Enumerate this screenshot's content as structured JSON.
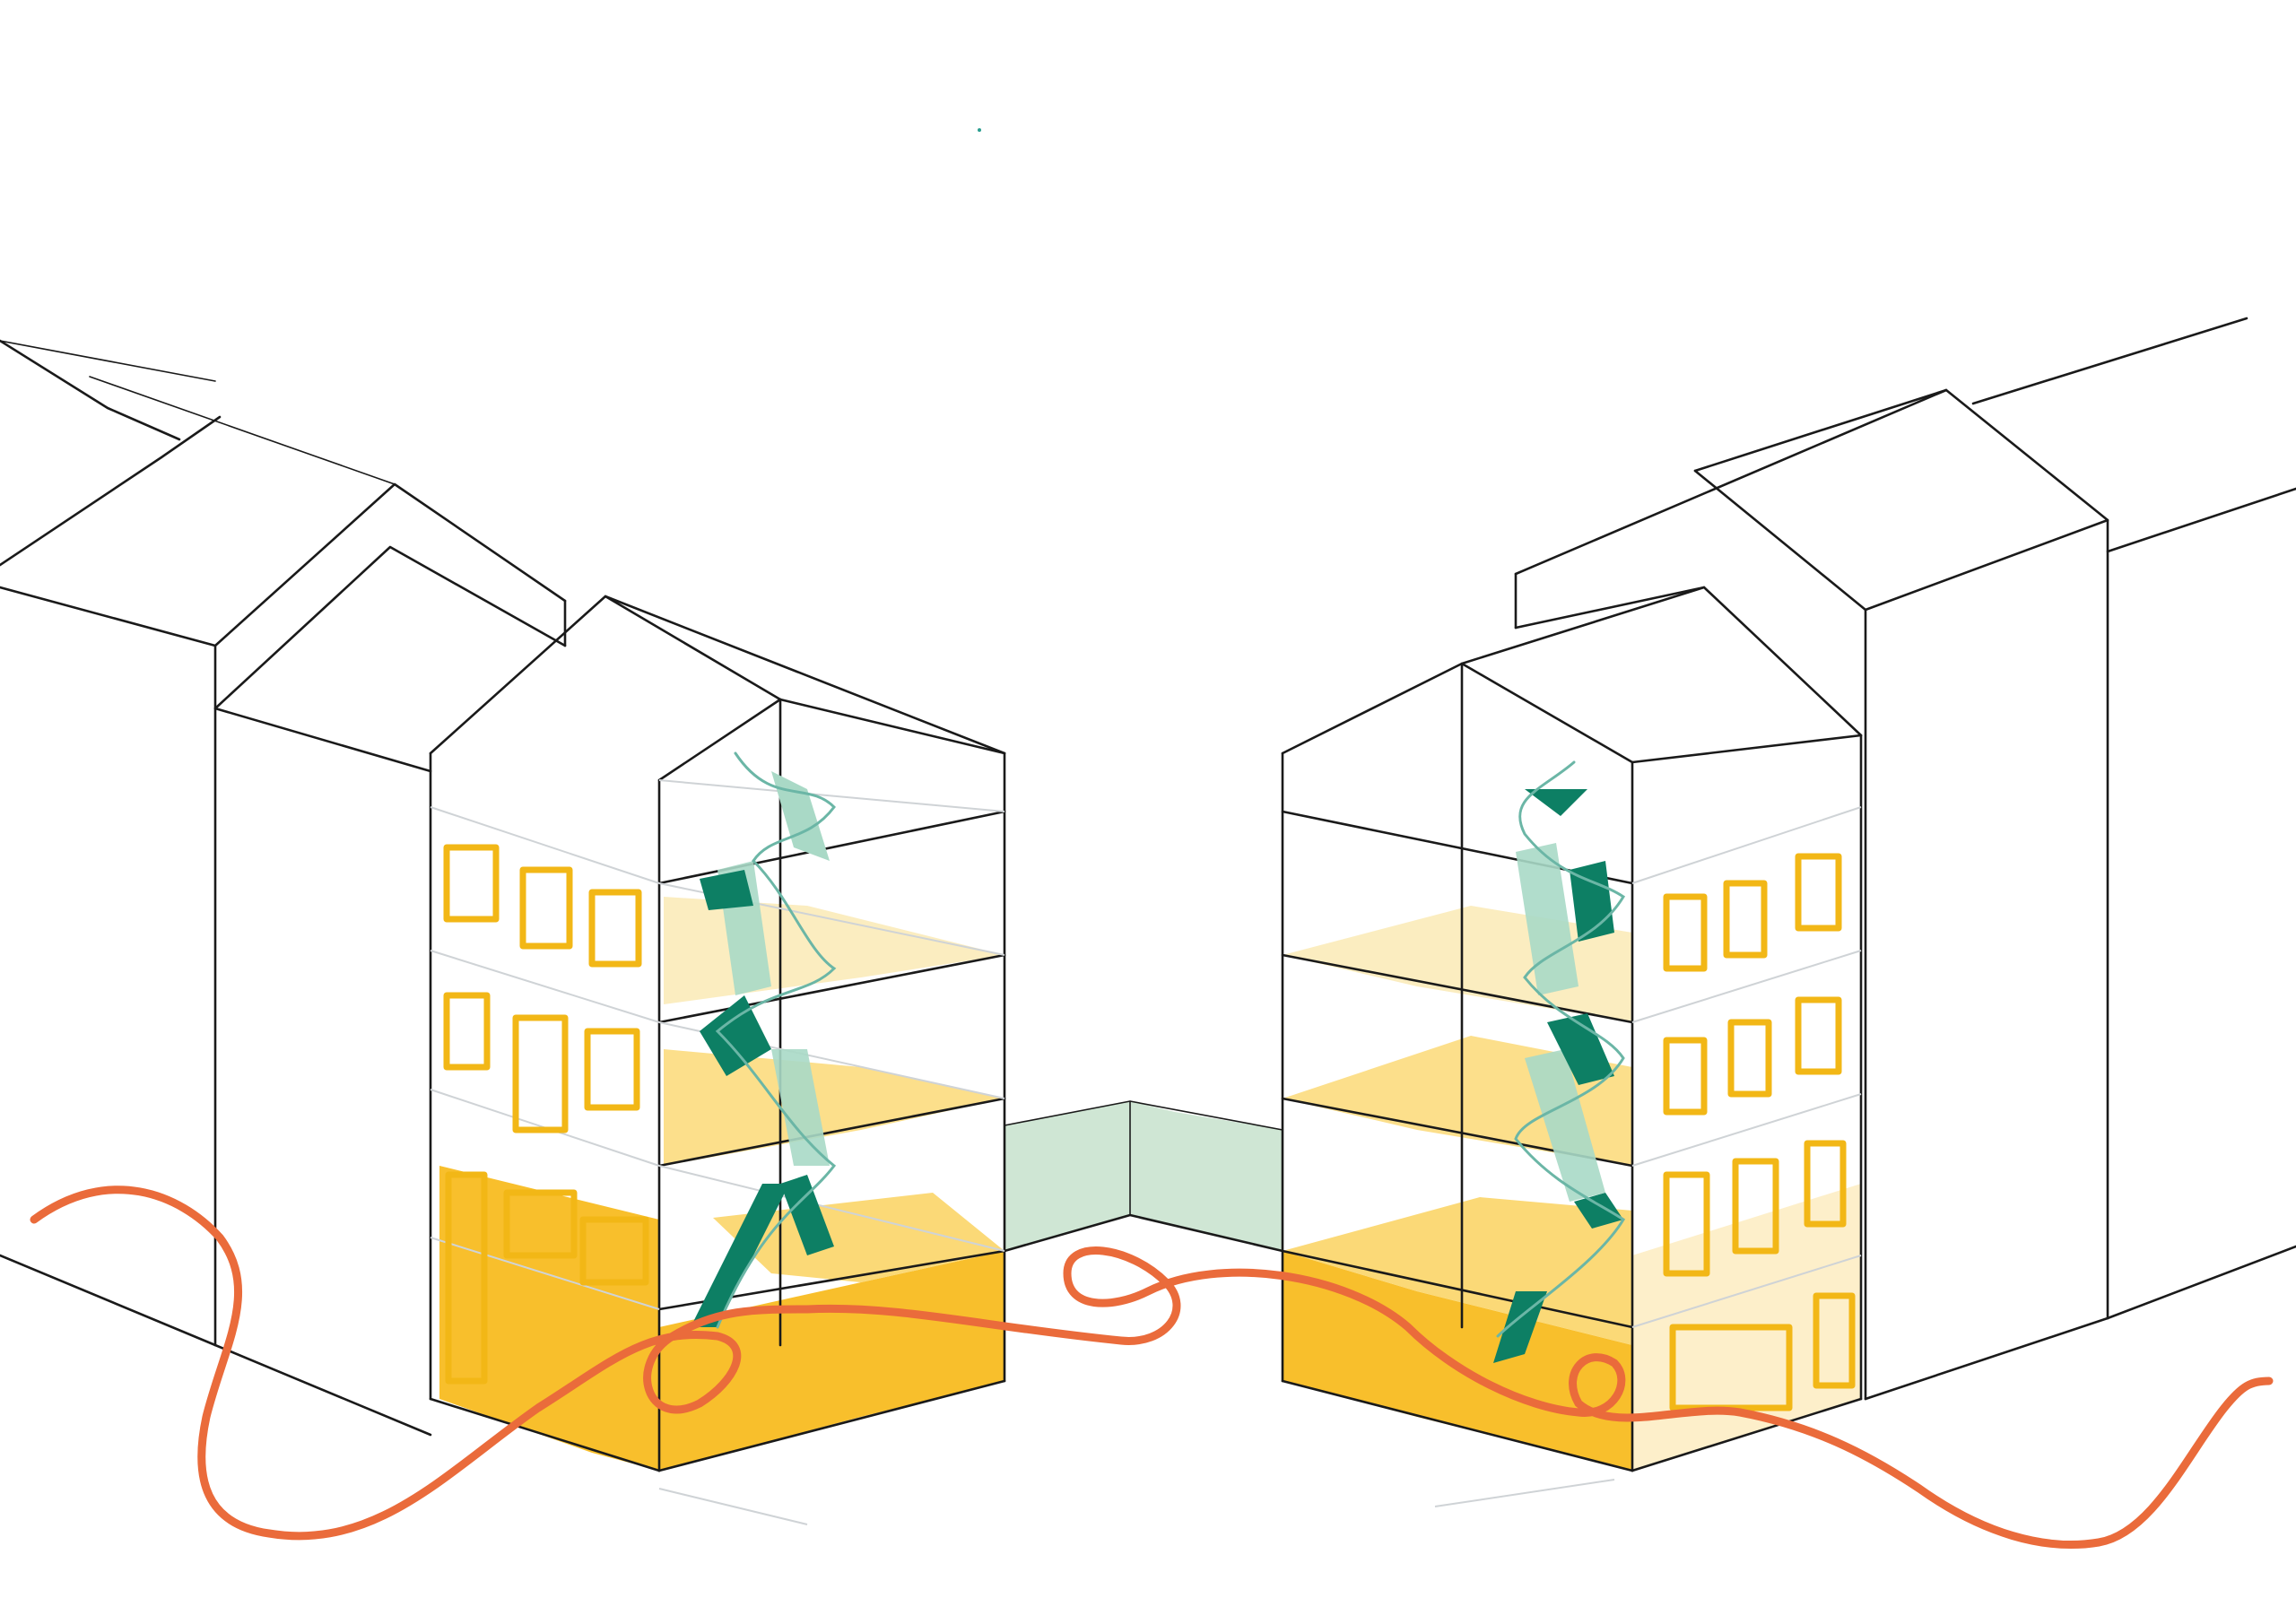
{
  "colors": {
    "ink": "#1a1a1a",
    "floor_yellow_strong": "#f8bf2c",
    "floor_yellow_medium": "#fbd977",
    "floor_yellow_light": "#fbedc0",
    "window_yellow": "#f2b716",
    "stair_green_dark": "#0d7f64",
    "stair_green_light": "#a9d9c6",
    "stair_outline": "#6bb6a6",
    "courtyard_green": "#cfe6d4",
    "route_orange": "#ea6b3b",
    "ghost_grey": "#cfd3d6"
  },
  "elements": {
    "left_building": "left-building",
    "right_building": "right-building",
    "courtyard": "courtyard",
    "route": "route"
  }
}
